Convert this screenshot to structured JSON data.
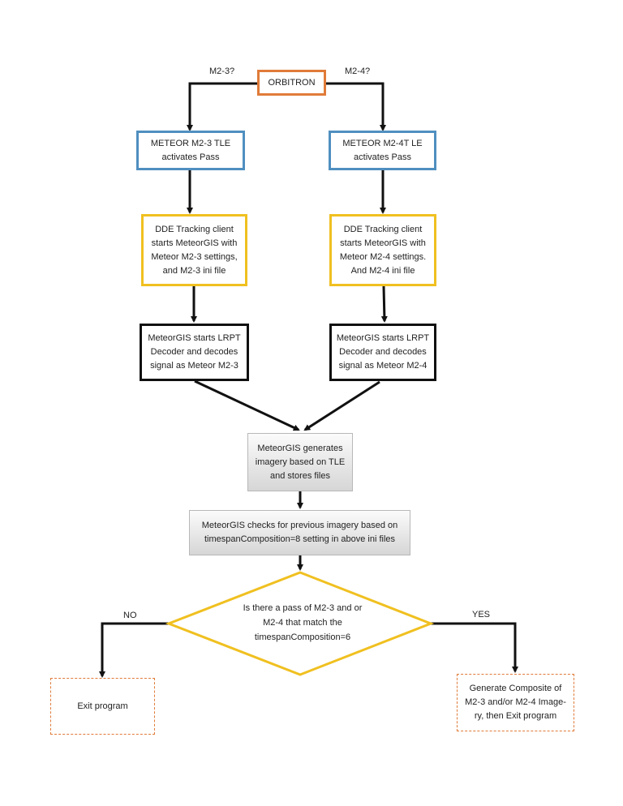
{
  "nodes": {
    "orbitron": "ORBITRON",
    "tle_m23": "METEOR M2-3 TLE\nactivates Pass",
    "tle_m24": "METEOR M2-4T LE\nactivates Pass",
    "dde_m23": "DDE Tracking client\nstarts MeteorGIS with\nMeteor M2-3 settings,\nand M2-3 ini file",
    "dde_m24": "DDE Tracking client\nstarts MeteorGIS with\nMeteor M2-4 settings.\nAnd M2-4 ini file",
    "lrpt_m23": "MeteorGIS starts LRPT\nDecoder and decodes\nsignal as Meteor M2-3",
    "lrpt_m24": "MeteorGIS starts LRPT\nDecoder and decodes\nsignal as Meteor M2-4",
    "generates": "MeteorGIS generates\nimagery based on TLE\nand stores files",
    "checks": "MeteorGIS checks for previous imagery based on\ntimespanComposition=8 setting in above ini files",
    "decision": "Is there a pass of M2-3 and or\nM2-4 that match the\ntimespanComposition=6",
    "exit": "Exit program",
    "composite": "Generate Composite of\nM2-3 and/or M2-4 Image-\nry, then Exit program"
  },
  "edge_labels": {
    "left_branch": "M2-3?",
    "right_branch": "M2-4?",
    "no": "NO",
    "yes": "YES"
  },
  "colors": {
    "orange": "#e07b39",
    "blue": "#4f8fc0",
    "yellow": "#f0c020",
    "black": "#111111",
    "grey": "#d6d6d6"
  }
}
